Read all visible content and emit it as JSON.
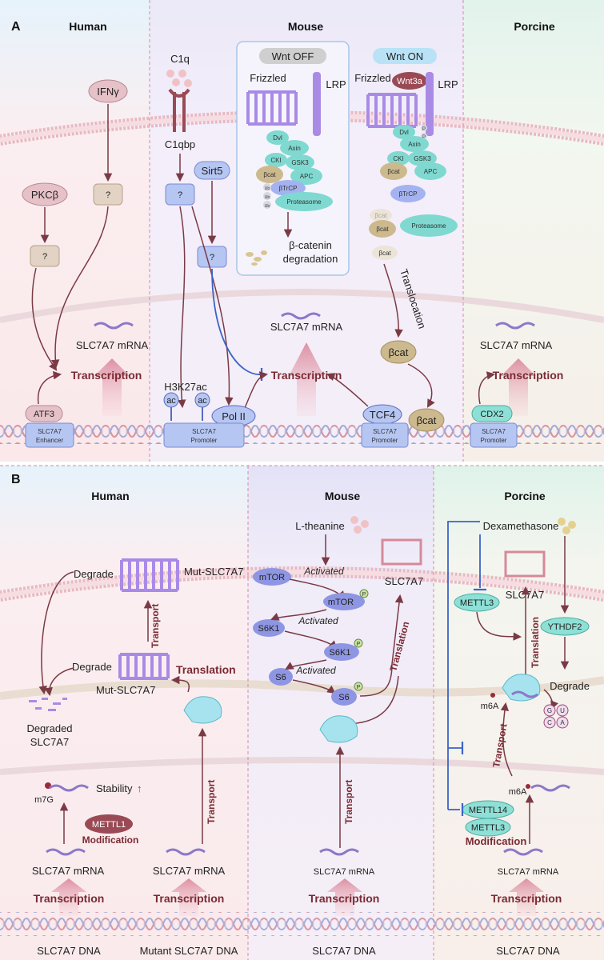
{
  "panel_a": {
    "label": "A",
    "col_human": "Human",
    "col_mouse": "Mouse",
    "col_porcine": "Porcine",
    "human": {
      "ifn": "IFNγ",
      "pkc": "PKCβ",
      "q1": "?",
      "q2": "?",
      "mrna": "SLC7A7 mRNA",
      "transcription": "Transcription",
      "atf3": "ATF3",
      "enhancer_1": "SLC7A7",
      "enhancer_2": "Enhancer"
    },
    "mouse": {
      "c1q": "C1q",
      "c1qbp": "C1qbp",
      "sirt5": "Sirt5",
      "q1": "?",
      "q2": "?",
      "h3k27ac": "H3K27ac",
      "ac": "ac",
      "pol2": "Pol II",
      "promoter_1": "SLC7A7",
      "promoter_2": "Promoter",
      "mrna": "SLC7A7 mRNA",
      "transcription": "Transcription",
      "wnt_off": "Wnt OFF",
      "wnt_on": "Wnt ON",
      "frizzled": "Frizzled",
      "lrp": "LRP",
      "wnt3a": "Wnt3a",
      "dvl": "Dvl",
      "axin": "Axin",
      "cki": "CKI",
      "gsk3": "GSK3",
      "bcat": "βcat",
      "apc": "APC",
      "btrcp": "βTrCP",
      "proteasome": "Proteasome",
      "ub": "Ub",
      "p": "P",
      "degradation_1": "β-catenin",
      "degradation_2": "degradation",
      "translocation": "Translocation",
      "tcf4": "TCF4",
      "promoter2_1": "SLC7A7",
      "promoter2_2": "Promoter"
    },
    "porcine": {
      "mrna": "SLC7A7 mRNA",
      "transcription": "Transcription",
      "cdx2": "CDX2",
      "promoter_1": "SLC7A7",
      "promoter_2": "Promoter"
    }
  },
  "panel_b": {
    "label": "B",
    "col_human": "Human",
    "col_mouse": "Mouse",
    "col_porcine": "Porcine",
    "human": {
      "degrade1": "Degrade",
      "degrade2": "Degrade",
      "mut_slc": "Mut-SLC7A7",
      "mut_slc2": "Mut-SLC7A7",
      "transport": "Transport",
      "translation": "Translation",
      "degraded_1": "Degraded",
      "degraded_2": "SLC7A7",
      "m7g": "m7G",
      "stability": "Stability",
      "stability_arrow": "↑",
      "mettl1": "METTL1",
      "modification": "Modification",
      "mrna1": "SLC7A7 mRNA",
      "mrna2": "SLC7A7 mRNA",
      "transport2": "Transport",
      "transcription1": "Transcription",
      "transcription2": "Transcription",
      "dna1": "SLC7A7 DNA",
      "dna2": "Mutant SLC7A7 DNA"
    },
    "mouse": {
      "ltheanine": "L-theanine",
      "mtor": "mTOR",
      "mtor2": "mTOR",
      "s6k1": "S6K1",
      "s6k1b": "S6K1",
      "s6": "S6",
      "s6b": "S6",
      "activated": "Activated",
      "p": "P",
      "slc7a7": "SLC7A7",
      "translation": "Translation",
      "transport": "Transport",
      "mrna": "SLC7A7 mRNA",
      "transcription": "Transcription",
      "dna": "SLC7A7 DNA"
    },
    "porcine": {
      "dexamethasone": "Dexamethasone",
      "slc7a7": "SLC7A7",
      "mettl3": "METTL3",
      "mettl3b": "METTL3",
      "mettl14": "METTL14",
      "ythdf2": "YTHDF2",
      "translation": "Translation",
      "degrade": "Degrade",
      "m6a1": "m6A",
      "m6a2": "m6A",
      "transport": "Transport",
      "modification": "Modification",
      "g": "G",
      "u": "U",
      "c": "C",
      "a": "A",
      "mrna": "SLC7A7 mRNA",
      "transcription": "Transcription",
      "dna": "SLC7A7 DNA"
    }
  },
  "colors": {
    "red_text": "#7a2a33",
    "purple_protein": "#a98be6",
    "teal_protein": "#7fd9d0",
    "blue_box": "#b6c6f2",
    "tan_box": "#e2d3c4",
    "dashed_divider": "#d98aa0"
  }
}
